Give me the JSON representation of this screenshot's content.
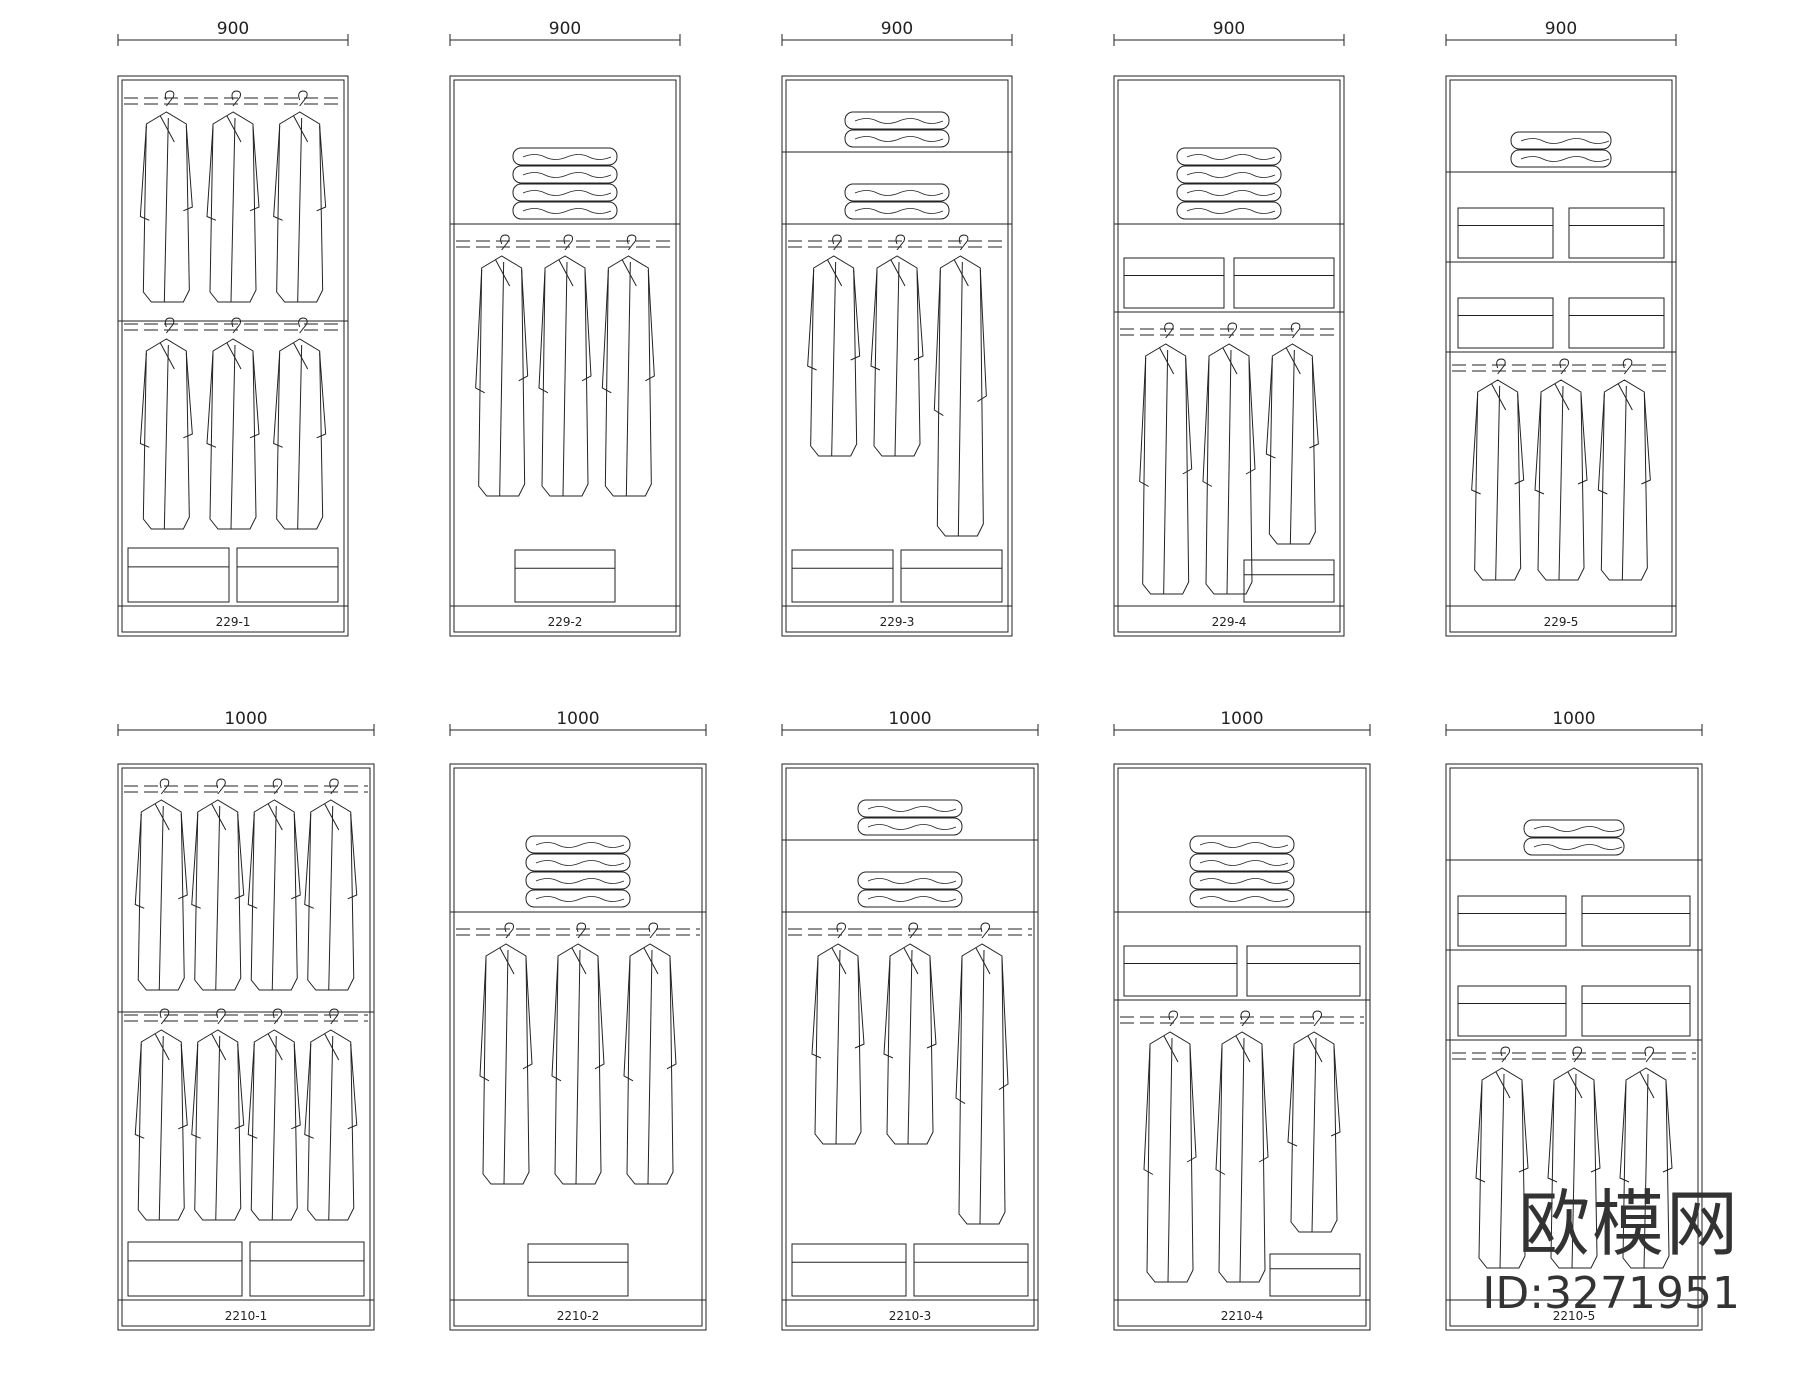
{
  "rows": [
    {
      "width_label": "900",
      "units": [
        {
          "code": "229-1",
          "layout": "double-hang"
        },
        {
          "code": "229-2",
          "layout": "folded-shelf-hang"
        },
        {
          "code": "229-3",
          "layout": "two-shelf-hang"
        },
        {
          "code": "229-4",
          "layout": "shelf-box-hang"
        },
        {
          "code": "229-5",
          "layout": "boxes-hang"
        }
      ]
    },
    {
      "width_label": "1000",
      "units": [
        {
          "code": "2210-1",
          "layout": "double-hang"
        },
        {
          "code": "2210-2",
          "layout": "folded-shelf-hang"
        },
        {
          "code": "2210-3",
          "layout": "two-shelf-hang"
        },
        {
          "code": "2210-4",
          "layout": "shelf-box-hang"
        },
        {
          "code": "2210-5",
          "layout": "boxes-hang"
        }
      ]
    }
  ],
  "watermark": {
    "logo_text": "欧模网",
    "id_text": "ID:3271951"
  },
  "colors": {
    "line": "#222222",
    "background": "#ffffff"
  }
}
